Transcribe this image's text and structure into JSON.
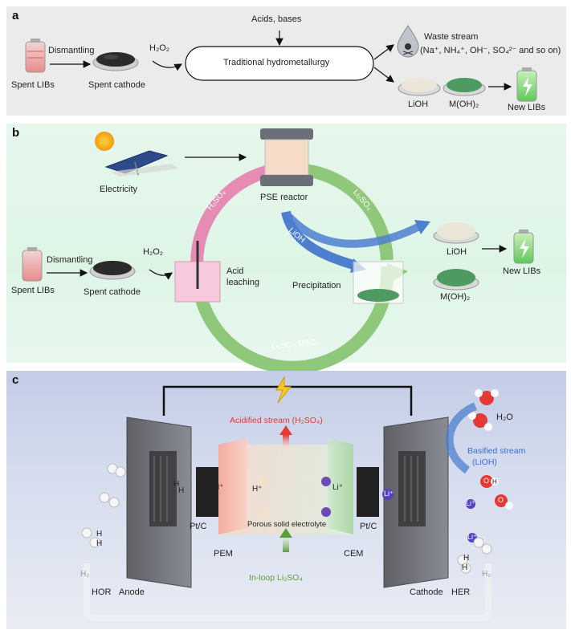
{
  "panel_a": {
    "label": "a",
    "spent_libs": "Spent LIBs",
    "dismantling": "Dismantling",
    "spent_cathode": "Spent cathode",
    "h2o2": "H₂O₂",
    "acids_bases": "Acids, bases",
    "traditional": "Traditional hydrometallurgy",
    "waste_title": "Waste stream",
    "waste_detail": "(Na⁺, NH₄⁺, OH⁻, SO₄²⁻ and so on)",
    "lioh": "LiOH",
    "moh2": "M(OH)₂",
    "new_libs": "New LIBs"
  },
  "panel_b": {
    "label": "b",
    "electricity": "Electricity",
    "pse_reactor": "PSE reactor",
    "h2so4": "H₂SO₄",
    "li2so4": "Li₂SO₄",
    "lioh_arrow": "LiOH",
    "spent_libs": "Spent LIBs",
    "dismantling": "Dismantling",
    "h2o2": "H₂O₂",
    "spent_cathode": "Spent cathode",
    "acid_leaching_1": "Acid",
    "acid_leaching_2": "leaching",
    "precipitation": "Precipitation",
    "lioh": "LiOH",
    "moh2": "M(OH)₂",
    "new_libs": "New LIBs",
    "loop_bottom": "Li₂SO₄ MSO₄"
  },
  "panel_c": {
    "label": "c",
    "acidified": "Acidified stream (H₂SO₄)",
    "h2o": "H₂O",
    "basified_1": "Basified stream",
    "basified_2": "(LiOH)",
    "h_plus_1": "H⁺",
    "h_plus_2": "H⁺",
    "li_plus_1": "Li⁺",
    "li_plus_2": "Li⁺",
    "li_plus_3": "Li⁺",
    "li_plus_4": "Li⁺",
    "pt_c_left": "Pt/C",
    "pt_c_right": "Pt/C",
    "porous": "Porous solid electrolyte",
    "pem": "PEM",
    "cem": "CEM",
    "in_loop": "In-loop Li₂SO₄",
    "hor": "HOR",
    "anode": "Anode",
    "cathode": "Cathode",
    "her": "HER",
    "h2_left": "H₂",
    "h2_right": "H₂",
    "h_a1": "H",
    "h_a2": "H",
    "h_b1": "H",
    "h_b2": "H",
    "h_c1": "H",
    "h_c2": "H",
    "o_1": "O",
    "o_2": "O",
    "h_o1": "H"
  },
  "colors": {
    "pink_arc": "#e58bb4",
    "green_arc": "#8fc87a",
    "blue_arrow": "#4e7fcf",
    "red_text": "#e53935",
    "green_text": "#5a9e3c",
    "blue_text": "#3b6fd6"
  }
}
